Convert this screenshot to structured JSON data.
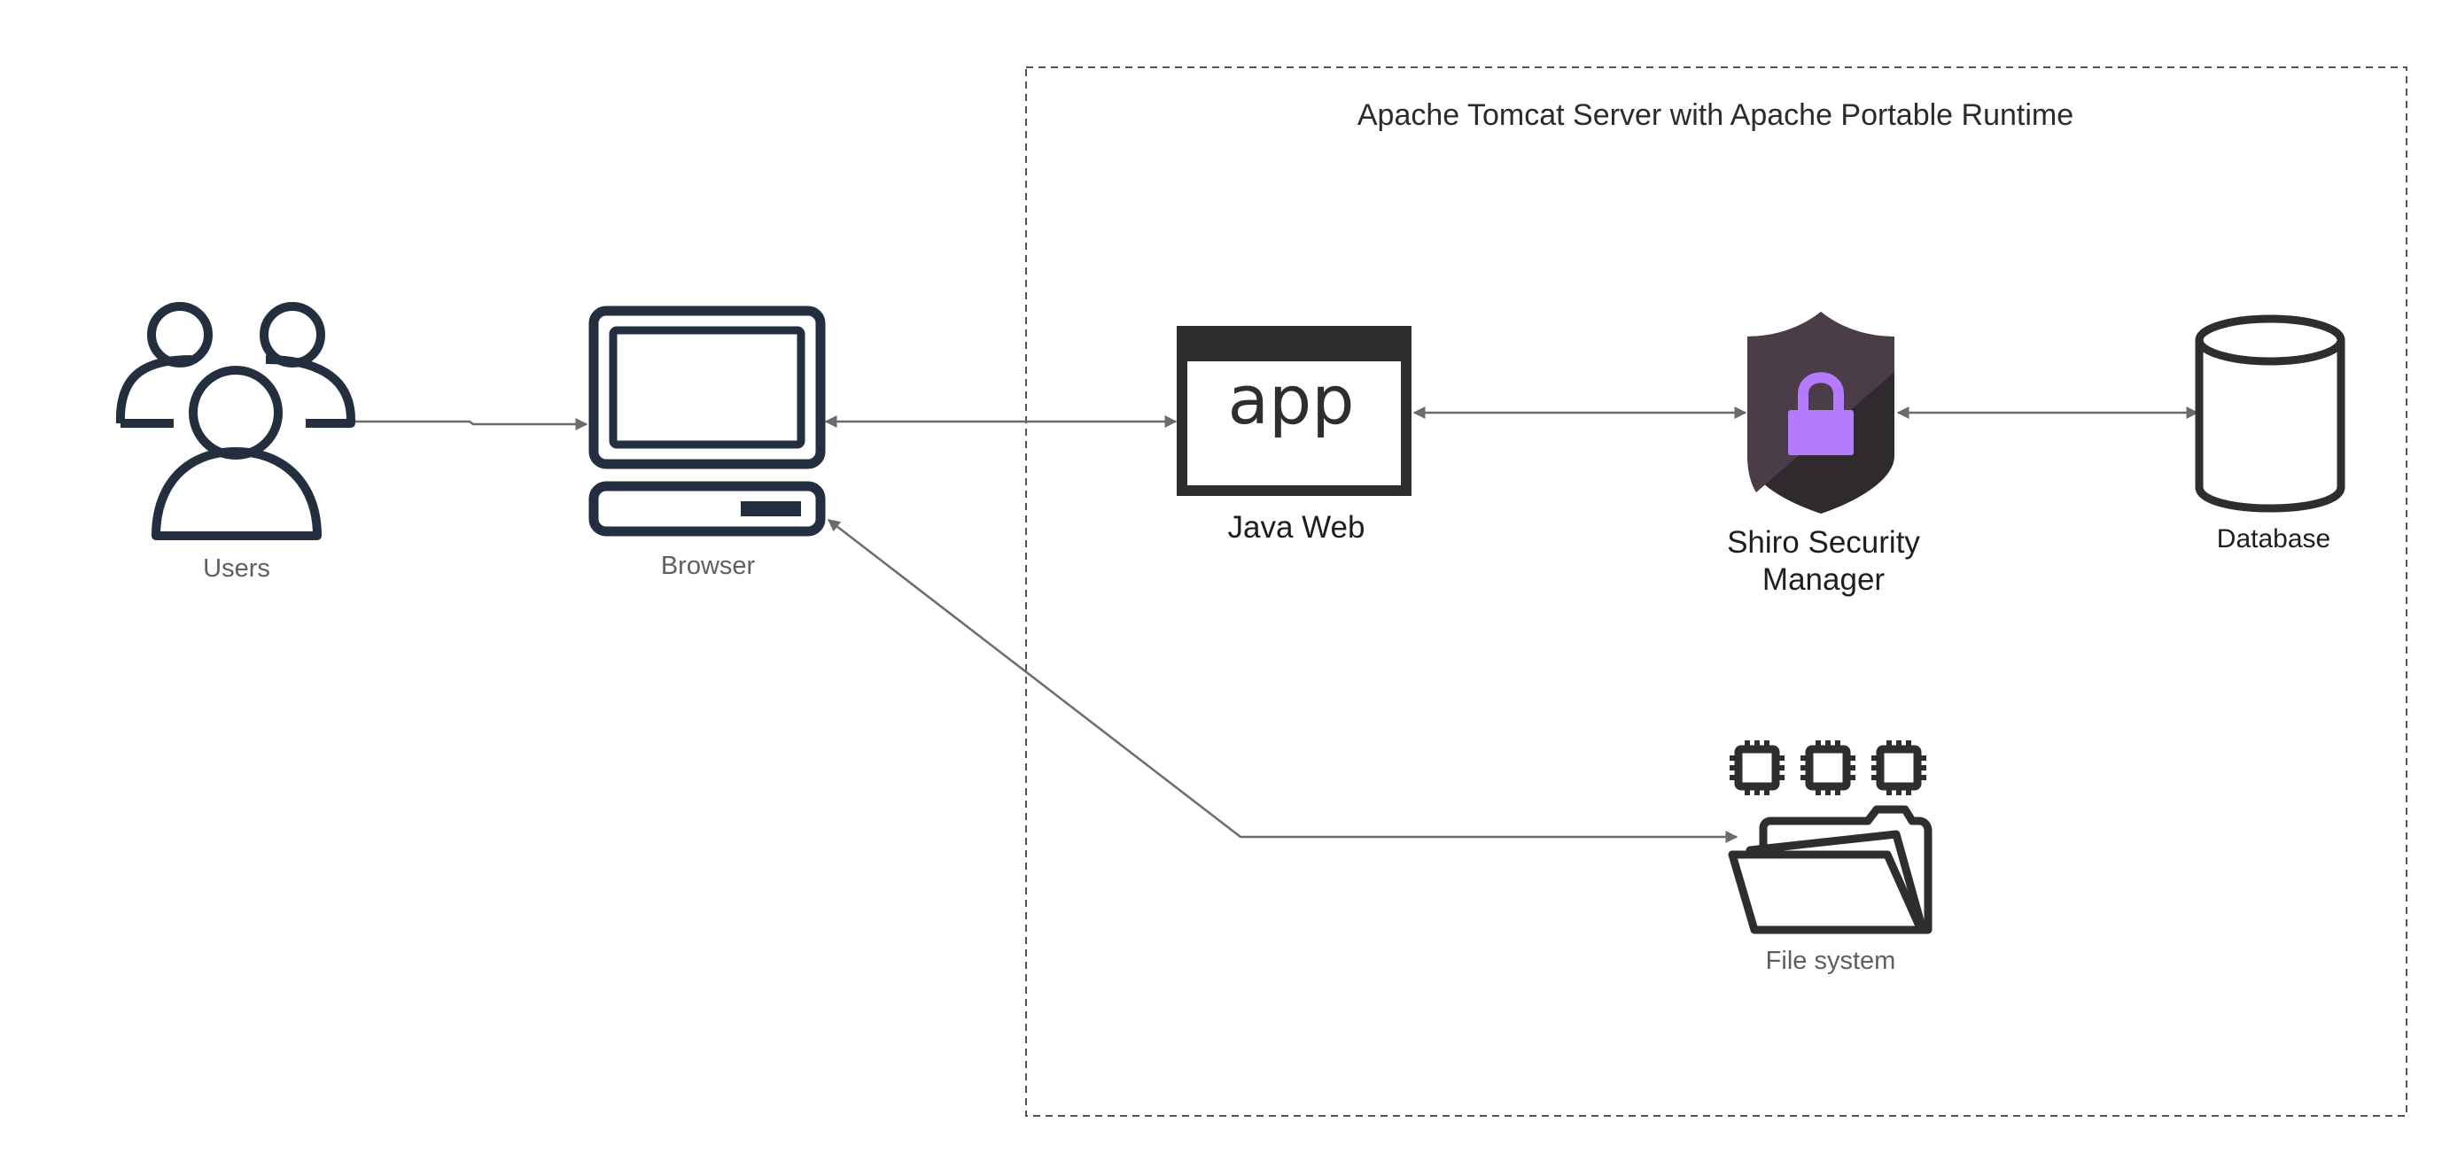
{
  "diagram": {
    "boundary": {
      "title": "Apache Tomcat Server with Apache Portable Runtime"
    },
    "nodes": {
      "users": {
        "label": "Users",
        "icon": "users-icon"
      },
      "browser": {
        "label": "Browser",
        "icon": "desktop-computer-icon"
      },
      "java_web": {
        "label": "Java Web",
        "icon": "app-window-icon",
        "icon_text": "app"
      },
      "shiro": {
        "label_line1": "Shiro Security",
        "label_line2": "Manager",
        "icon": "shield-lock-icon"
      },
      "database": {
        "label": "Database",
        "icon": "database-cylinder-icon"
      },
      "file_system": {
        "label": "File system",
        "icon": "folder-chips-icon"
      }
    },
    "edges": [
      {
        "from": "Users",
        "to": "Browser",
        "direction": "one-way"
      },
      {
        "from": "Browser",
        "to": "Java Web",
        "direction": "two-way"
      },
      {
        "from": "Java Web",
        "to": "Shiro Security Manager",
        "direction": "two-way"
      },
      {
        "from": "Shiro Security Manager",
        "to": "Database",
        "direction": "two-way"
      },
      {
        "from": "Browser",
        "to": "File system",
        "direction": "two-way"
      }
    ],
    "colors": {
      "icon_navy": "#232f3e",
      "icon_dark": "#2e2e2e",
      "connector": "#6b6b6b",
      "lock_purple": "#b57bff",
      "shield_dark": "#2f2a2e",
      "shield_light": "#4a3d48"
    }
  }
}
